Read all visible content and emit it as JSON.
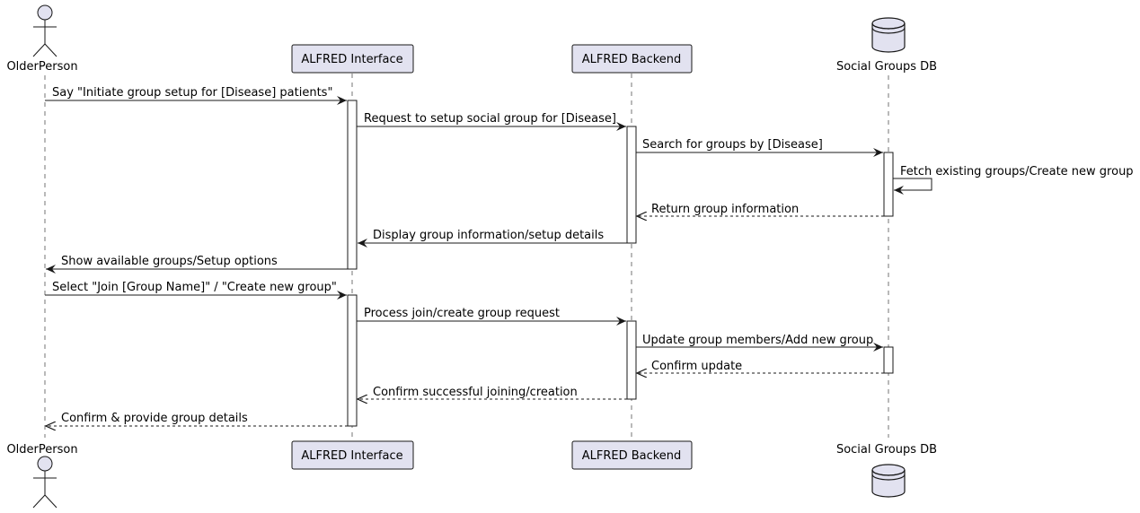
{
  "participants": [
    {
      "id": "older",
      "label": "OlderPerson",
      "kind": "actor"
    },
    {
      "id": "iface",
      "label": "ALFRED Interface",
      "kind": "participant"
    },
    {
      "id": "backend",
      "label": "ALFRED Backend",
      "kind": "participant"
    },
    {
      "id": "db",
      "label": "Social Groups DB",
      "kind": "database"
    }
  ],
  "messages": [
    {
      "from": "older",
      "to": "iface",
      "text": "Say \"Initiate group setup for [Disease] patients\"",
      "style": "solid"
    },
    {
      "from": "iface",
      "to": "backend",
      "text": "Request to setup social group for [Disease]",
      "style": "solid"
    },
    {
      "from": "backend",
      "to": "db",
      "text": "Search for groups by [Disease]",
      "style": "solid"
    },
    {
      "from": "db",
      "to": "db",
      "text": "Fetch existing groups/Create new group",
      "style": "self"
    },
    {
      "from": "db",
      "to": "backend",
      "text": "Return group information",
      "style": "dashed"
    },
    {
      "from": "backend",
      "to": "iface",
      "text": "Display group information/setup details",
      "style": "solid"
    },
    {
      "from": "iface",
      "to": "older",
      "text": "Show available groups/Setup options",
      "style": "solid"
    },
    {
      "from": "older",
      "to": "iface",
      "text": "Select \"Join [Group Name]\" / \"Create new group\"",
      "style": "solid"
    },
    {
      "from": "iface",
      "to": "backend",
      "text": "Process join/create group request",
      "style": "solid"
    },
    {
      "from": "backend",
      "to": "db",
      "text": "Update group members/Add new group",
      "style": "solid"
    },
    {
      "from": "db",
      "to": "backend",
      "text": "Confirm update",
      "style": "dashed"
    },
    {
      "from": "backend",
      "to": "iface",
      "text": "Confirm successful joining/creation",
      "style": "dashed"
    },
    {
      "from": "iface",
      "to": "older",
      "text": "Confirm & provide group details",
      "style": "dashed"
    }
  ],
  "colors": {
    "participant_fill": "#E2E2F0",
    "participant_stroke": "#181818",
    "line": "#181818",
    "activation_fill": "#FFFFFF"
  }
}
